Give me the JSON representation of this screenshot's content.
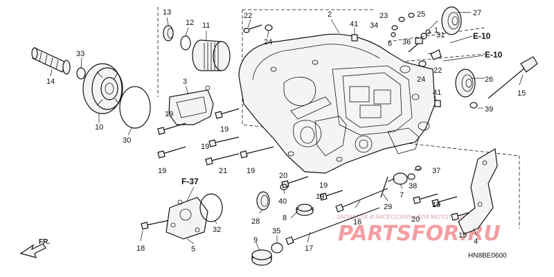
{
  "diagram_code": "HN8BE0600",
  "front_marker": "FR.",
  "references": [
    "E-10",
    "E-10",
    "F-37"
  ],
  "watermark": {
    "tagline": "ЗАПЧАСТИ И АКСЕССУАРЫ ДЛЯ МОТОТЕХНИКИ",
    "brand": "PARTSFOR.RU"
  },
  "callouts": [
    {
      "id": "c1",
      "text": "1"
    },
    {
      "id": "c2",
      "text": "2"
    },
    {
      "id": "c3",
      "text": "3"
    },
    {
      "id": "c4",
      "text": "4"
    },
    {
      "id": "c5",
      "text": "5"
    },
    {
      "id": "c6",
      "text": "6"
    },
    {
      "id": "c7",
      "text": "7"
    },
    {
      "id": "c8",
      "text": "8"
    },
    {
      "id": "c9",
      "text": "9"
    },
    {
      "id": "c10",
      "text": "10"
    },
    {
      "id": "c11",
      "text": "11"
    },
    {
      "id": "c12",
      "text": "12"
    },
    {
      "id": "c13",
      "text": "13"
    },
    {
      "id": "c14",
      "text": "14"
    },
    {
      "id": "c15",
      "text": "15"
    },
    {
      "id": "c16",
      "text": "16"
    },
    {
      "id": "c17",
      "text": "17"
    },
    {
      "id": "c18",
      "text": "18"
    },
    {
      "id": "c19a",
      "text": "19"
    },
    {
      "id": "c19b",
      "text": "19"
    },
    {
      "id": "c19c",
      "text": "19"
    },
    {
      "id": "c19d",
      "text": "19"
    },
    {
      "id": "c19e",
      "text": "19"
    },
    {
      "id": "c19f",
      "text": "19"
    },
    {
      "id": "c19g",
      "text": "19"
    },
    {
      "id": "c19h",
      "text": "19"
    },
    {
      "id": "c19i",
      "text": "19"
    },
    {
      "id": "c20a",
      "text": "20"
    },
    {
      "id": "c20b",
      "text": "20"
    },
    {
      "id": "c21",
      "text": "21"
    },
    {
      "id": "c22a",
      "text": "22"
    },
    {
      "id": "c22b",
      "text": "22"
    },
    {
      "id": "c23",
      "text": "23"
    },
    {
      "id": "c24a",
      "text": "24"
    },
    {
      "id": "c24b",
      "text": "24"
    },
    {
      "id": "c25",
      "text": "25"
    },
    {
      "id": "c26",
      "text": "26"
    },
    {
      "id": "c27",
      "text": "27"
    },
    {
      "id": "c28",
      "text": "28"
    },
    {
      "id": "c29",
      "text": "29"
    },
    {
      "id": "c30",
      "text": "30"
    },
    {
      "id": "c31",
      "text": "31"
    },
    {
      "id": "c32",
      "text": "32"
    },
    {
      "id": "c33",
      "text": "33"
    },
    {
      "id": "c34",
      "text": "34"
    },
    {
      "id": "c35",
      "text": "35"
    },
    {
      "id": "c36",
      "text": "36"
    },
    {
      "id": "c37",
      "text": "37"
    },
    {
      "id": "c38",
      "text": "38"
    },
    {
      "id": "c39",
      "text": "39"
    },
    {
      "id": "c40",
      "text": "40"
    },
    {
      "id": "c41a",
      "text": "41"
    },
    {
      "id": "c41b",
      "text": "41"
    }
  ]
}
